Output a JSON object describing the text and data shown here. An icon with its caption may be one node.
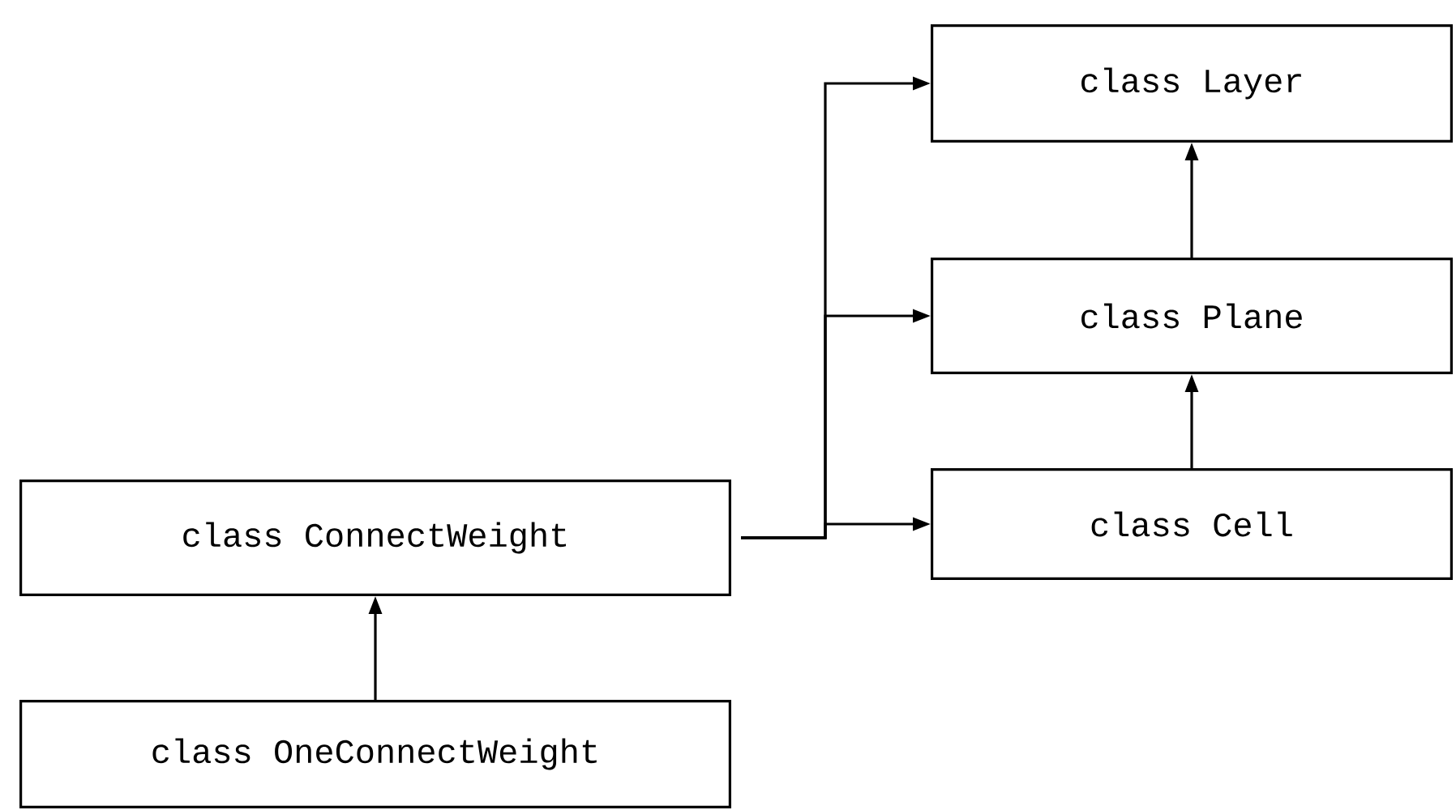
{
  "diagram": {
    "nodes": [
      {
        "text": [
          "class Layer"
        ]
      },
      {
        "text": [
          "class Plane"
        ]
      },
      {
        "text": [
          "class Cell"
        ]
      },
      {
        "text": [
          "class ConnectWeight"
        ]
      },
      {
        "text": [
          "class OneConnectWeight"
        ]
      }
    ],
    "edges": [
      {
        "from": 2,
        "to": 1,
        "arrow": "to"
      },
      {
        "from": 1,
        "to": 0,
        "arrow": "to"
      },
      {
        "from": 4,
        "to": 3,
        "arrow": "to"
      },
      {
        "from": 3,
        "to": 2,
        "arrow": "to"
      },
      {
        "from": 3,
        "to": 1,
        "arrow": "to"
      },
      {
        "from": 3,
        "to": 0,
        "arrow": "to"
      }
    ]
  }
}
